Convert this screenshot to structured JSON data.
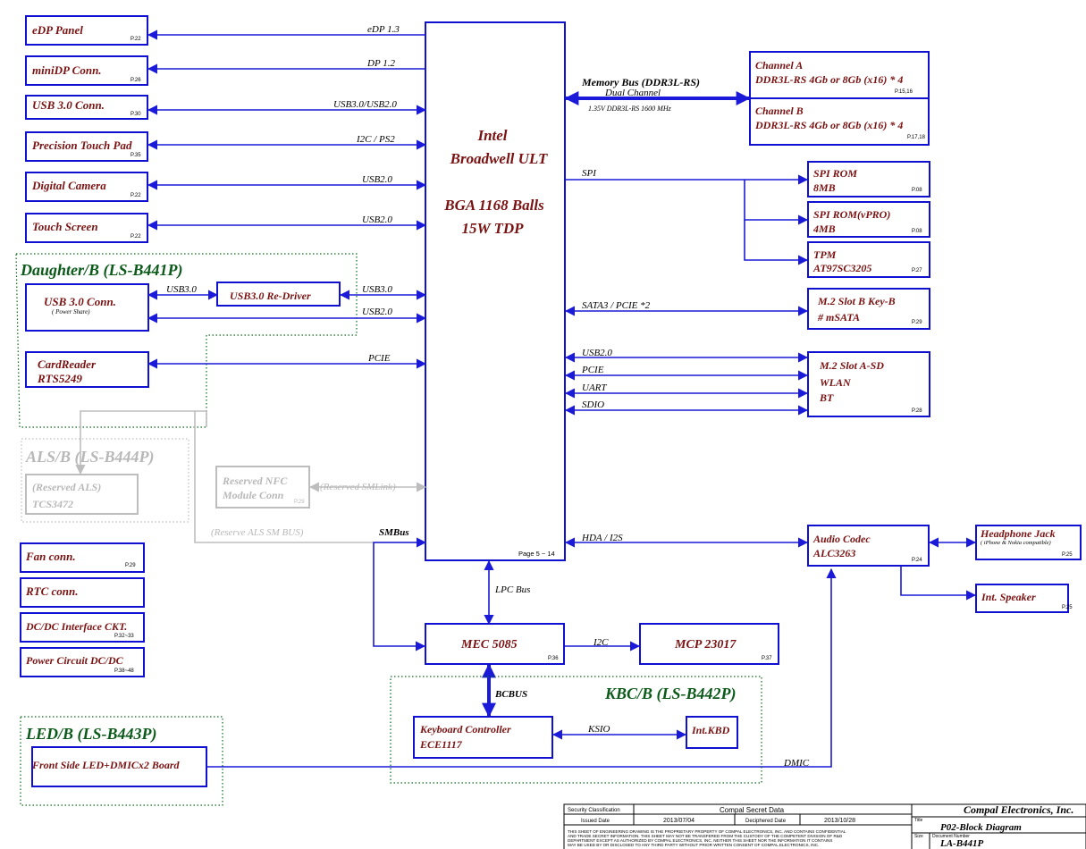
{
  "cpu": {
    "line1": "Intel",
    "line2": "Broadwell ULT",
    "line3": "BGA 1168 Balls",
    "line4": "15W TDP",
    "page": "Page 5 ~ 14"
  },
  "left_blocks": {
    "edp": {
      "label": "eDP Panel",
      "page": "P.22",
      "bus": "eDP 1.3"
    },
    "minidp": {
      "label": "miniDP Conn.",
      "page": "P.26",
      "bus": "DP 1.2"
    },
    "usb30": {
      "label": "USB 3.0 Conn.",
      "page": "P.30",
      "bus": "USB3.0/USB2.0"
    },
    "touchpad": {
      "label": "Precision Touch Pad",
      "page": "P.35",
      "bus": "I2C / PS2"
    },
    "camera": {
      "label": "Digital Camera",
      "page": "P.22",
      "bus": "USB2.0"
    },
    "touchscreen": {
      "label": "Touch Screen",
      "page": "P.22",
      "bus": "USB2.0"
    }
  },
  "daughter": {
    "title": "Daughter/B (LS-B441P)",
    "usb_conn": "USB 3.0 Conn.",
    "usb_conn_sub": "( Power Share)",
    "redriver": "USB3.0 Re-Driver",
    "bus_usb30_a": "USB3.0",
    "bus_usb30_b": "USB3.0",
    "bus_usb20": "USB2.0",
    "cardreader_1": "CardReader",
    "cardreader_2": "RTS5249",
    "bus_pcie": "PCIE"
  },
  "als": {
    "title": "ALS/B (LS-B444P)",
    "line1": "(Reserved ALS)",
    "line2": "TCS3472"
  },
  "nfc": {
    "line1": "Reserved NFC",
    "line2": "Module Conn",
    "page": "P.29",
    "bus": "(Reserved SMLink)",
    "als_bus": "(Reserve ALS SM BUS)"
  },
  "misc": {
    "fan": {
      "label": "Fan conn.",
      "page": "P.29"
    },
    "rtc": {
      "label": "RTC conn."
    },
    "dcdc": {
      "label": "DC/DC Interface CKT.",
      "page": "P.32~33"
    },
    "power": {
      "label": "Power Circuit DC/DC",
      "page": "P.38~48"
    }
  },
  "led": {
    "title": "LED/B (LS-B443P)",
    "board": "Front Side LED+DMICx2 Board",
    "bus": "DMIC"
  },
  "memory": {
    "bus_title": "Memory Bus (DDR3L-RS)",
    "bus_sub": "Dual Channel",
    "bus_speed": "1.35V DDR3L-RS 1600 MHz",
    "chA_1": "Channel A",
    "chA_2": "DDR3L-RS 4Gb or 8Gb (x16) * 4",
    "chA_page": "P.15,16",
    "chB_1": "Channel B",
    "chB_2": "DDR3L-RS 4Gb or 8Gb (x16) * 4",
    "chB_page": "P.17,18"
  },
  "spi": {
    "bus": "SPI",
    "rom_1": "SPI ROM",
    "rom_2": "8MB",
    "rom_page": "P.08",
    "vpro_1": "SPI ROM(vPRO)",
    "vpro_2": "4MB",
    "vpro_page": "P.08",
    "tpm_1": "TPM",
    "tpm_2": "AT97SC3205",
    "tpm_page": "P.27"
  },
  "m2b": {
    "bus": "SATA3 / PCIE *2",
    "line1": "M.2 Slot B Key-B",
    "line2": "# mSATA",
    "page": "P.29"
  },
  "m2a": {
    "bus_usb": "USB2.0",
    "bus_pcie": "PCIE",
    "bus_uart": "UART",
    "bus_sdio": "SDIO",
    "line1": "M.2 Slot A-SD",
    "line2": "WLAN",
    "line3": "BT",
    "page": "P.28"
  },
  "audio": {
    "bus": "HDA / I2S",
    "codec_1": "Audio Codec",
    "codec_2": "ALC3263",
    "codec_page": "P.24",
    "hp_1": "Headphone Jack",
    "hp_2": "( iPhone & Nokia compatible)",
    "hp_page": "P.25",
    "spk": "Int. Speaker",
    "spk_page": "P.25"
  },
  "ec": {
    "smbus": "SMBus",
    "lpc": "LPC Bus",
    "mec": "MEC 5085",
    "mec_page": "P.36",
    "i2c": "I2C",
    "mcp": "MCP 23017",
    "mcp_page": "P.37",
    "bcbus": "BCBUS",
    "kbc_title": "KBC/B (LS-B442P)",
    "kbc_1": "Keyboard Controller",
    "kbc_2": "ECE1117",
    "ksio": "KSIO",
    "kbd": "Int.KBD"
  },
  "title_block": {
    "sec_label": "Security Classification",
    "sec_value": "Compal Secret Data",
    "issued_label": "Issued Date",
    "issued_value": "2013/07/04",
    "deciph_label": "Deciphered Date",
    "deciph_value": "2013/10/28",
    "company": "Compal Electronics, Inc.",
    "title_label": "Title",
    "title_value": "P02-Block Diagram",
    "size_label": "Size",
    "docnum_label": "Document Number",
    "docnum_value": "LA-B441P",
    "notice_1": "THIS SHEET OF ENGINEERING DRAWING IS THE PROPRIETARY PROPERTY OF COMPAL ELECTRONICS, INC. AND CONTAINS CONFIDENTIAL",
    "notice_2": "AND TRADE SECRET INFORMATION. THIS SHEET MAY NOT BE TRANSFERED FROM THE CUSTODY OF THE COMPETENT DIVISION OF R&D",
    "notice_3": "DEPARTMENT EXCEPT AS AUTHORIZED BY COMPAL ELECTRONICS, INC. NEITHER THIS SHEET NOR THE INFORMATION IT CONTAINS",
    "notice_4": "MAY BE USED BY OR DISCLOSED TO ANY THIRD PARTY WITHOUT PRIOR WRITTEN CONSENT OF COMPAL ELECTRONICS, INC."
  }
}
